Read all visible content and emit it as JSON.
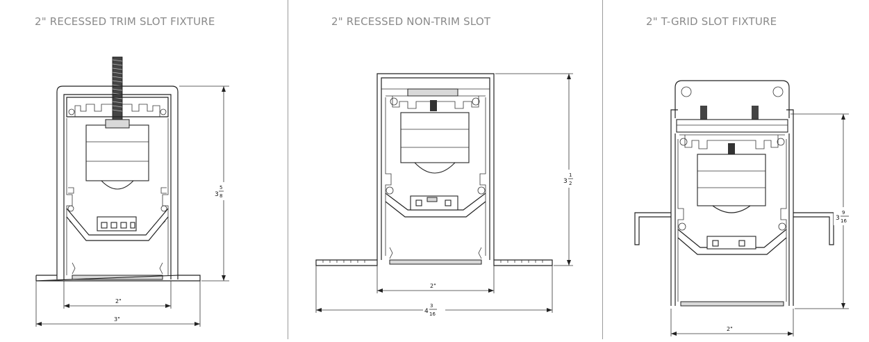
{
  "panels": [
    {
      "title": "2\" RECESSED TRIM SLOT FIXTURE",
      "dims": {
        "height": "3",
        "height_num": "5",
        "height_den": "8",
        "inner_width": "2\"",
        "outer_width": "3\""
      }
    },
    {
      "title": "2\" RECESSED NON-TRIM SLOT",
      "dims": {
        "height": "3",
        "height_num": "1",
        "height_den": "2",
        "inner_width": "2\"",
        "outer_width": "4",
        "outer_num": "3",
        "outer_den": "16"
      }
    },
    {
      "title": "2\" T-GRID SLOT FIXTURE",
      "dims": {
        "height": "3",
        "height_num": "9",
        "height_den": "16",
        "inner_width": "2\""
      }
    }
  ]
}
